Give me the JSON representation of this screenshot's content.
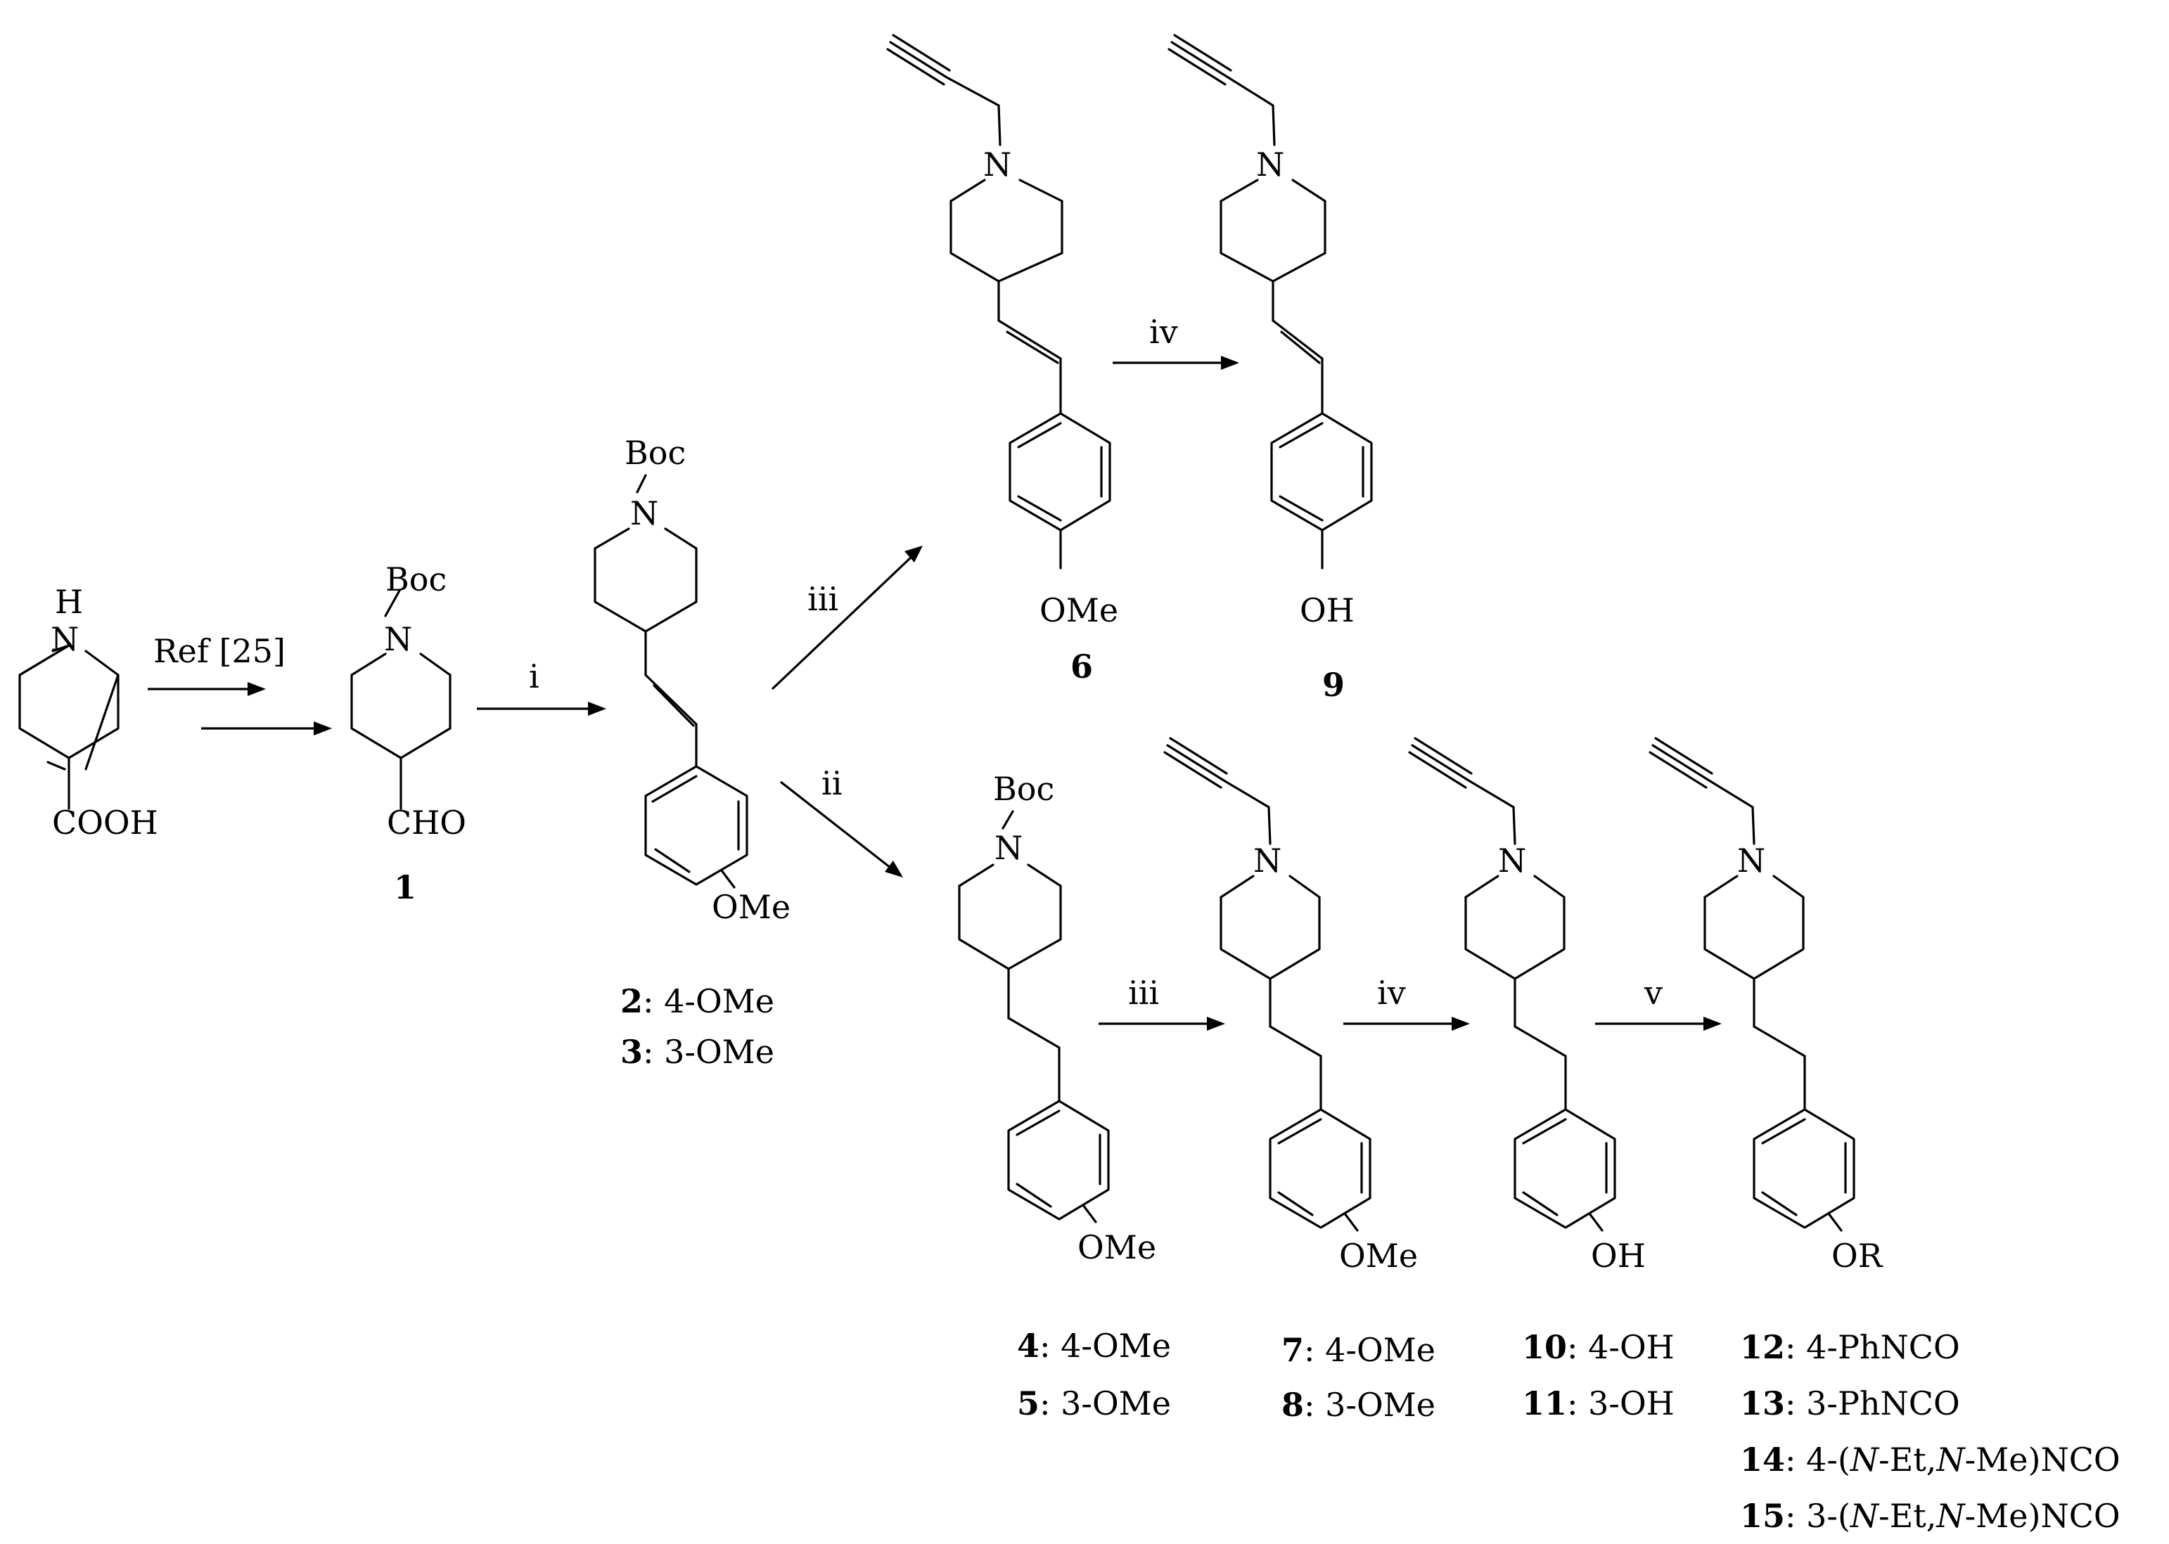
{
  "atoms": {
    "nh_h": "H",
    "nitrogen": "N",
    "boc": "Boc",
    "cooh": "COOH",
    "cho": "CHO",
    "ome": "OMe",
    "oh": "OH",
    "or": "OR"
  },
  "reagents": {
    "ref": "Ref [25]",
    "i": "i",
    "ii": "ii",
    "iii": "iii",
    "iv": "iv",
    "v": "v"
  },
  "compounds": {
    "c1": "1",
    "c6": "6",
    "c9": "9"
  },
  "labels": {
    "c2": {
      "num": "2",
      "text": ": 4-OMe"
    },
    "c3": {
      "num": "3",
      "text": ": 3-OMe"
    },
    "c4": {
      "num": "4",
      "text": ": 4-OMe"
    },
    "c5": {
      "num": "5",
      "text": ": 3-OMe"
    },
    "c7": {
      "num": "7",
      "text": ": 4-OMe"
    },
    "c8": {
      "num": "8",
      "text": ": 3-OMe"
    },
    "c10": {
      "num": "10",
      "text": ": 4-OH"
    },
    "c11": {
      "num": "11",
      "text": ": 3-OH"
    },
    "c12": {
      "num": "12",
      "text": ": 4-PhNCO"
    },
    "c13": {
      "num": "13",
      "text": ": 3-PhNCO"
    },
    "c14": {
      "num": "14",
      "pre": ": 4-(",
      "n1": "N",
      "mid": "-Et,",
      "n2": "N",
      "post": "-Me)NCO"
    },
    "c15": {
      "num": "15",
      "pre": ": 3-(",
      "n1": "N",
      "mid": "-Et,",
      "n2": "N",
      "post": "-Me)NCO"
    }
  }
}
